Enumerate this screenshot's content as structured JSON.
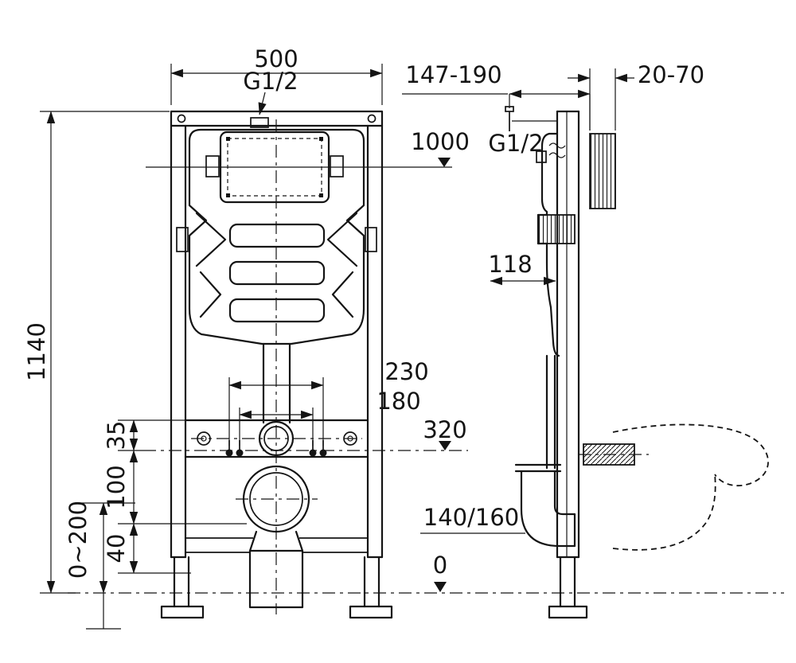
{
  "drawing": {
    "front_view": {
      "width": "500",
      "inlet_thread": "G1/2",
      "total_height": "1140",
      "datum_top": "1000",
      "bolt_spacing_outer": "230",
      "bolt_spacing_inner": "180",
      "offset_35": "35",
      "datum_mid": "320",
      "offset_100": "100",
      "offset_40": "40",
      "leg_adjust_range": "0~200"
    },
    "side_view": {
      "actuator_range": "147-190",
      "wall_distance": "20-70",
      "inlet_thread": "G1/2",
      "depth": "118",
      "outlet_pipe": "140/160",
      "datum_floor": "0"
    },
    "colors": {
      "line": "#141414",
      "background": "#ffffff"
    }
  }
}
